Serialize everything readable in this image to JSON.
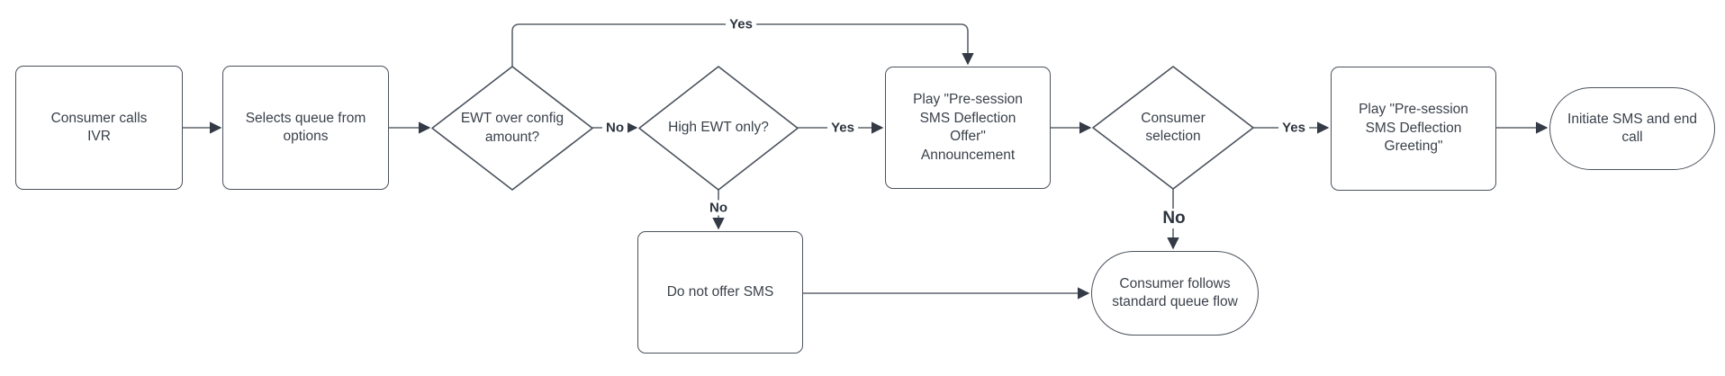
{
  "diagram": {
    "title_hint": "IVR SMS deflection flowchart",
    "colors": {
      "background": "#ffffff",
      "shape_stroke": "#4b525c",
      "connector": "#5d646c",
      "arrowhead": "#343b46",
      "node_text": "#3a414b",
      "edge_label_text": "#2d343e"
    },
    "nodes": {
      "consumer_calls": {
        "type": "process",
        "label": "Consumer calls IVR"
      },
      "selects_queue": {
        "type": "process",
        "label": "Selects queue from options"
      },
      "ewt_over_config": {
        "type": "decision",
        "label": "EWT over config amount?"
      },
      "high_ewt_only": {
        "type": "decision",
        "label": "High EWT only?"
      },
      "play_offer": {
        "type": "process",
        "label": "Play \"Pre-session SMS Deflection Offer\" Announcement"
      },
      "consumer_selection": {
        "type": "decision",
        "label": "Consumer selection"
      },
      "play_greeting": {
        "type": "process",
        "label": "Play \"Pre-session SMS Deflection Greeting\""
      },
      "initiate_sms": {
        "type": "terminator",
        "label": "Initiate SMS and end call"
      },
      "do_not_offer": {
        "type": "process",
        "label": "Do not offer SMS"
      },
      "standard_queue": {
        "type": "terminator",
        "label": "Consumer follows standard queue flow"
      }
    },
    "edges": {
      "ewt_yes_top_rail": {
        "from": "ewt_over_config",
        "to": "play_offer",
        "label": "Yes"
      },
      "ewt_no": {
        "from": "ewt_over_config",
        "to": "high_ewt_only",
        "label": "No"
      },
      "high_yes": {
        "from": "high_ewt_only",
        "to": "play_offer",
        "label": "Yes"
      },
      "high_no": {
        "from": "high_ewt_only",
        "to": "do_not_offer",
        "label": "No"
      },
      "offer_to_selection": {
        "from": "play_offer",
        "to": "consumer_selection",
        "label": ""
      },
      "selection_yes": {
        "from": "consumer_selection",
        "to": "play_greeting",
        "label": "Yes"
      },
      "selection_no": {
        "from": "consumer_selection",
        "to": "standard_queue",
        "label": "No"
      },
      "greeting_to_initiate": {
        "from": "play_greeting",
        "to": "initiate_sms",
        "label": ""
      },
      "calls_to_queue": {
        "from": "consumer_calls",
        "to": "selects_queue",
        "label": ""
      },
      "queue_to_ewt": {
        "from": "selects_queue",
        "to": "ewt_over_config",
        "label": ""
      },
      "donotoffer_to_standard": {
        "from": "do_not_offer",
        "to": "standard_queue",
        "label": ""
      }
    }
  }
}
